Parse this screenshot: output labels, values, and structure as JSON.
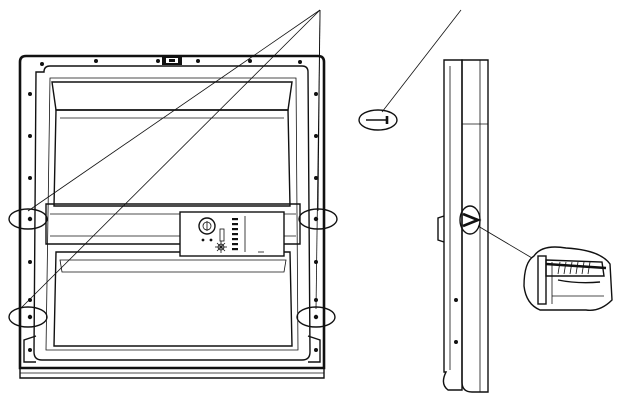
{
  "figure": {
    "views": [
      "door-front-view",
      "door-side-view",
      "hinge-detail"
    ],
    "callout_count": 5,
    "screw_count": 4,
    "line_color": "#111111",
    "background": "#ffffff"
  }
}
